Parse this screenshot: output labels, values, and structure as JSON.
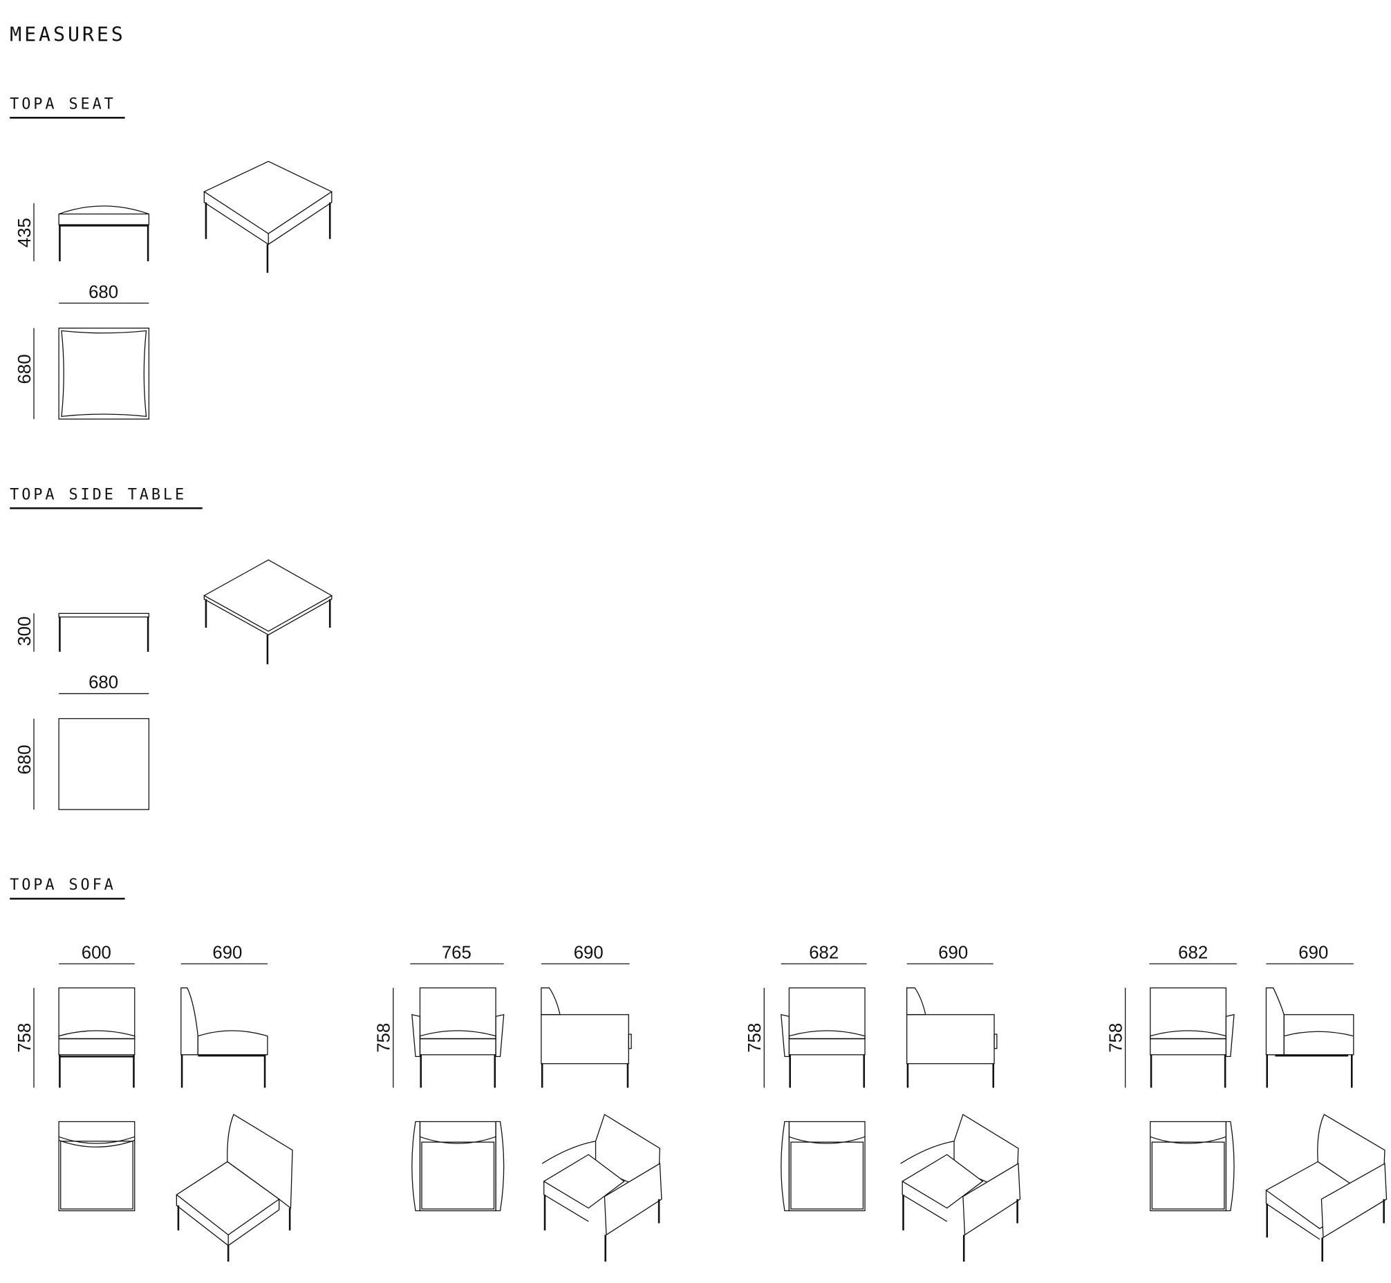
{
  "page_title": "MEASURES",
  "sections": [
    {
      "title": "TOPA SEAT",
      "height": "435",
      "width": "680",
      "depth": "680"
    },
    {
      "title": "TOPA SIDE TABLE",
      "height": "300",
      "width": "680",
      "depth": "680"
    },
    {
      "title": "TOPA SOFA",
      "variants": [
        {
          "width": "600",
          "depth": "690",
          "height": "758"
        },
        {
          "width": "765",
          "depth": "690",
          "height": "758"
        },
        {
          "width": "682",
          "depth": "690",
          "height": "758"
        },
        {
          "width": "682",
          "depth": "690",
          "height": "758"
        }
      ]
    }
  ]
}
